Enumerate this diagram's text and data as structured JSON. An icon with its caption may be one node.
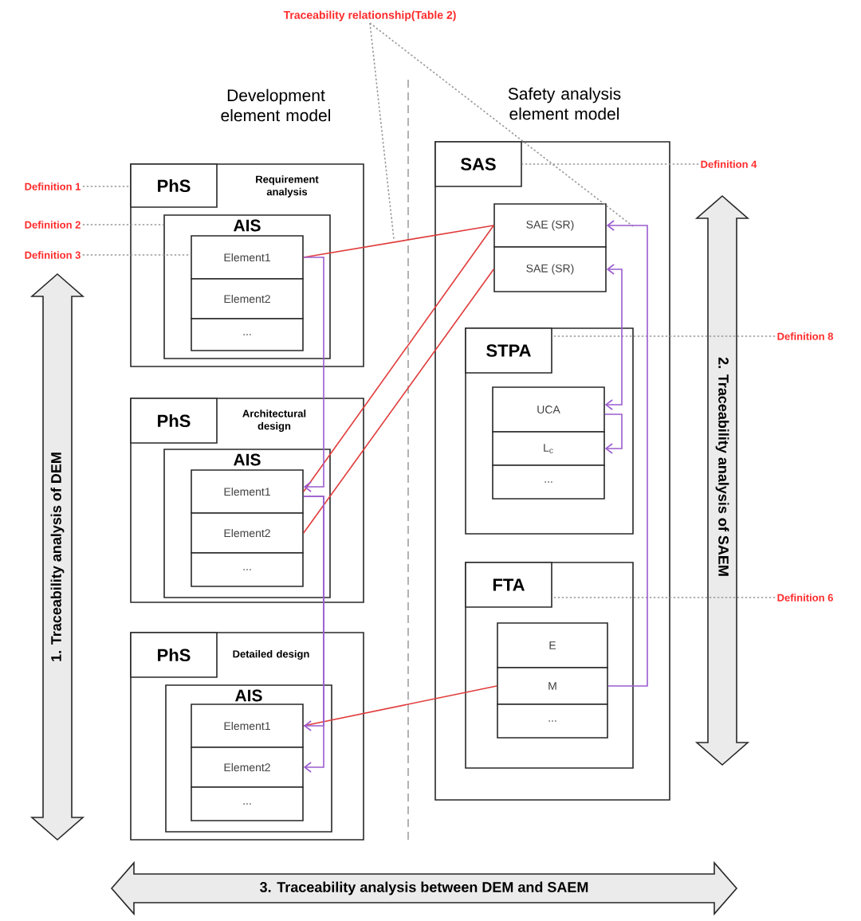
{
  "diagram": {
    "nodes": [
      {
        "text": [
          "Traceability relationship(Table 2)"
        ]
      },
      {
        "text": [
          "Definition 1"
        ]
      },
      {
        "text": [
          "Definition 2"
        ]
      },
      {
        "text": [
          "Definition 3"
        ]
      },
      {
        "text": [
          "Requirement analysis"
        ]
      },
      {
        "text": [
          "PhS"
        ],
        "in": 4
      },
      {
        "text": [
          "AIS"
        ],
        "in": 4
      },
      {
        "text": [
          "Element1"
        ],
        "in": 6
      },
      {
        "text": [
          "Element2"
        ],
        "in": 6
      },
      {
        "text": [
          "..."
        ],
        "in": 6
      },
      {
        "text": [
          "Architectural design"
        ]
      },
      {
        "text": [
          "PhS"
        ],
        "in": 10
      },
      {
        "text": [
          "AIS"
        ],
        "in": 10
      },
      {
        "text": [
          "Element1"
        ],
        "in": 12
      },
      {
        "text": [
          "Element2"
        ],
        "in": 12
      },
      {
        "text": [
          "..."
        ],
        "in": 12
      },
      {
        "text": [
          "Detailed design"
        ]
      },
      {
        "text": [
          "PhS"
        ],
        "in": 16
      },
      {
        "text": [
          "AIS"
        ],
        "in": 16
      },
      {
        "text": [
          "Element1"
        ],
        "in": 18
      },
      {
        "text": [
          "Element2"
        ],
        "in": 18
      },
      {
        "text": [
          "..."
        ],
        "in": 18
      },
      {
        "text": [
          "Definition 4"
        ]
      },
      {
        "text": [],
        "shape": "box"
      },
      {
        "text": [
          "SAS"
        ],
        "in": 23
      },
      {
        "text": [
          "SAE (SR)"
        ],
        "in": 23
      },
      {
        "text": [
          "SAE (SR)"
        ],
        "in": 23
      },
      {
        "text": [
          "Definition 8"
        ]
      },
      {
        "text": [],
        "shape": "box",
        "in": 23
      },
      {
        "text": [
          "STPA"
        ],
        "in": 28
      },
      {
        "text": [
          "UCA"
        ],
        "in": 28
      },
      {
        "text": [
          "L$_{c}$"
        ],
        "in": 28
      },
      {
        "text": [
          "..."
        ],
        "in": 28
      },
      {
        "text": [
          "Definition 6"
        ]
      },
      {
        "text": [],
        "shape": "box",
        "in": 23
      },
      {
        "text": [
          "FTA"
        ],
        "in": 34
      },
      {
        "text": [
          "E"
        ],
        "in": 34
      },
      {
        "text": [
          "M"
        ],
        "in": 34
      },
      {
        "text": [
          "..."
        ],
        "in": 34
      },
      {
        "text": [
          "1. Traceability analysis of DEM"
        ]
      },
      {
        "text": [
          "2. Traceability analysis of SAEM"
        ]
      },
      {
        "text": [
          "3. Traceability analysis between DEM and SAEM"
        ]
      }
    ],
    "edges": [
      {
        "from": 0,
        "to": null,
        "arrow": "none",
        "style": "dashed",
        "color": "#999999"
      },
      {
        "from": 0,
        "to": null,
        "arrow": "none",
        "style": "dashed",
        "color": "#999999"
      },
      {
        "from": 1,
        "to": 5,
        "arrow": "none",
        "style": "dashed",
        "color": "#999999"
      },
      {
        "from": 2,
        "to": 6,
        "arrow": "none",
        "style": "dashed",
        "color": "#999999"
      },
      {
        "from": 3,
        "to": 7,
        "arrow": "none",
        "style": "dashed",
        "color": "#999999"
      },
      {
        "from": 22,
        "to": 24,
        "arrow": "none",
        "style": "dashed",
        "color": "#999999"
      },
      {
        "from": 27,
        "to": 29,
        "arrow": "none",
        "style": "dashed",
        "color": "#999999"
      },
      {
        "from": 33,
        "to": 35,
        "arrow": "none",
        "style": "dashed",
        "color": "#999999"
      },
      {
        "from": 7,
        "to": 25,
        "arrow": "none",
        "color": "#e03c3c"
      },
      {
        "from": 25,
        "to": 13,
        "arrow": "none",
        "color": "#e03c3c"
      },
      {
        "from": 26,
        "to": 14,
        "arrow": "none",
        "color": "#e03c3c"
      },
      {
        "from": 37,
        "to": 19,
        "arrow": "none",
        "color": "#e03c3c"
      },
      {
        "from": 7,
        "to": 13,
        "arrow": "to",
        "color": "#9a5ccf"
      },
      {
        "from": 13,
        "to": 19,
        "arrow": "to",
        "color": "#9a5ccf"
      },
      {
        "from": 13,
        "to": 20,
        "arrow": "to",
        "color": "#9a5ccf"
      },
      {
        "from": 37,
        "to": 25,
        "arrow": "to",
        "color": "#9a5ccf"
      },
      {
        "from": 30,
        "to": 26,
        "arrow": "both",
        "color": "#9a5ccf"
      },
      {
        "from": 30,
        "to": 31,
        "arrow": "to",
        "color": "#9a5ccf"
      }
    ],
    "labels": [
      "Development element model",
      "Safety analysis element model"
    ]
  }
}
